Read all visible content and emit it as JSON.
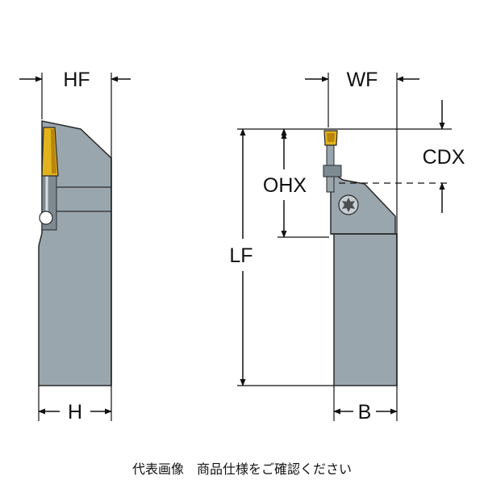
{
  "labels": {
    "hf": "HF",
    "wf": "WF",
    "cdx": "CDX",
    "ohx": "OHX",
    "lf": "LF",
    "h": "H",
    "b": "B"
  },
  "caption": "代表画像　商品仕様をご確認ください",
  "colors": {
    "body": "#9aa6ad",
    "body_dark": "#7e8a92",
    "outline": "#2a2a2a",
    "insert": "#e2b31c",
    "insert_dark": "#b8860b",
    "line": "#111111"
  }
}
